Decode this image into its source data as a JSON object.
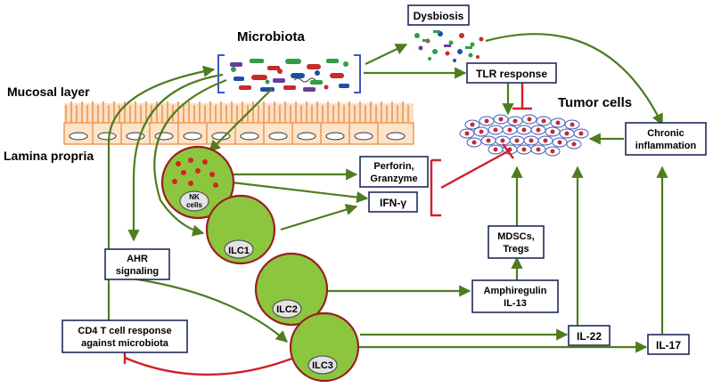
{
  "labels": {
    "microbiota": "Microbiota",
    "mucosal_layer": "Mucosal layer",
    "lamina_propria": "Lamina propria",
    "tumor_cells": "Tumor cells"
  },
  "boxes": {
    "dysbiosis": "Dysbiosis",
    "tlr_response": "TLR response",
    "perforin_line1": "Perforin,",
    "perforin_line2": "Granzyme",
    "ifn": "IFN-γ",
    "chronic_line1": "Chronic",
    "chronic_line2": "inflammation",
    "mdscs_line1": "MDSCs,",
    "mdscs_line2": "Tregs",
    "amph_line1": "Amphiregulin",
    "amph_line2": "IL-13",
    "ahr_line1": "AHR",
    "ahr_line2": "signaling",
    "cd4_line1": "CD4 T cell response",
    "cd4_line2": "against microbiota",
    "il22": "IL-22",
    "il17": "IL-17"
  },
  "cells": {
    "nk_line1": "NK",
    "nk_line2": "cells",
    "ilc1": "ILC1",
    "ilc2": "ILC2",
    "ilc3": "ILC3"
  },
  "colors": {
    "arrow": "#4e7d1f",
    "inhibition": "#d0202a",
    "cell_fill": "#8cc63f",
    "cell_border": "#9b1d20",
    "box_border": "#1f2a5c",
    "mucosa": "#e8893a",
    "bracket": "#3a57c4"
  }
}
